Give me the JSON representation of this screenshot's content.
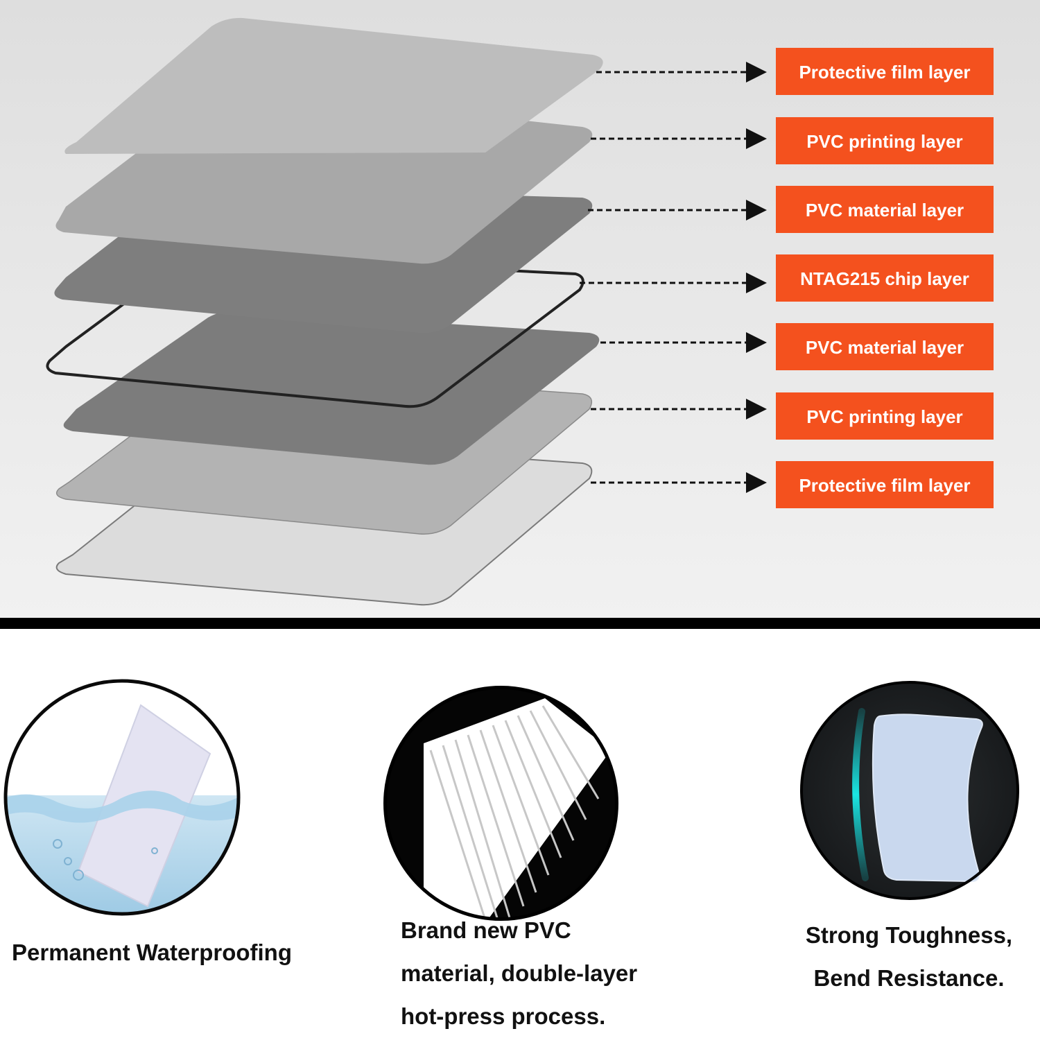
{
  "colors": {
    "label_bg": "#f4511e",
    "label_text": "#ffffff",
    "divider": "#000000",
    "arrow": "#111111"
  },
  "diagram": {
    "labels": [
      "Protective film layer",
      "PVC printing layer",
      "PVC material layer",
      "NTAG215 chip layer",
      "PVC material layer",
      "PVC printing layer",
      "Protective film layer"
    ]
  },
  "features": [
    {
      "caption_lines": [
        "Permanent Waterproofing"
      ],
      "icon": "water-card-icon"
    },
    {
      "caption_lines": [
        "Brand new PVC",
        "material, double-layer",
        "hot-press process."
      ],
      "icon": "pvc-cards-stack-icon"
    },
    {
      "caption_lines": [
        "Strong Toughness,",
        "Bend Resistance."
      ],
      "icon": "bent-card-icon"
    }
  ]
}
